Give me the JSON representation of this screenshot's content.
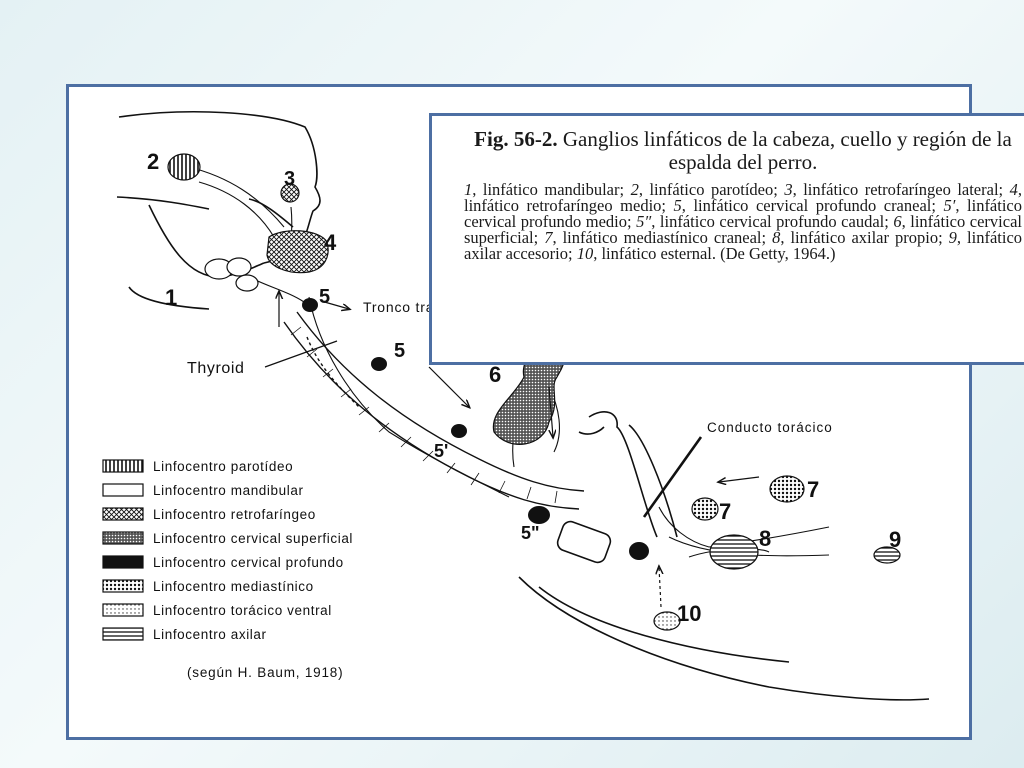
{
  "caption": {
    "fig_number": "Fig. 56-2.",
    "title": "Ganglios linfáticos de la cabeza, cuello y región de la espalda del perro.",
    "items": [
      {
        "n": "1",
        "text": "linfático mandibular;"
      },
      {
        "n": "2",
        "text": "linfático parotídeo;"
      },
      {
        "n": "3",
        "text": "linfático retrofaríngeo lateral;"
      },
      {
        "n": "4",
        "text": "linfático retrofaríngeo medio;"
      },
      {
        "n": "5",
        "text": "linfático cervical profundo craneal;"
      },
      {
        "n": "5′",
        "text": "linfático cervical profundo medio;"
      },
      {
        "n": "5″",
        "text": "linfático cervical profundo caudal;"
      },
      {
        "n": "6",
        "text": "linfático cervical superficial;"
      },
      {
        "n": "7",
        "text": "linfático mediastínico craneal;"
      },
      {
        "n": "8",
        "text": "linfático axilar propio;"
      },
      {
        "n": "9",
        "text": "linfático axilar accesorio;"
      },
      {
        "n": "10",
        "text": "linfático esternal."
      }
    ],
    "source": "(De Getty, 1964.)"
  },
  "labels": {
    "tronco_traqueal": "Tronco traqueal",
    "thyroid": "Thyroid",
    "conducto_toracico": "Conducto torácico",
    "attribution": "(según H. Baum, 1918)"
  },
  "node_numbers": {
    "n1": "1",
    "n2": "2",
    "n3": "3",
    "n4": "4",
    "n5a": "5",
    "n5b": "5",
    "n5p": "5'",
    "n5pp": "5\"",
    "n6": "6",
    "n7a": "7",
    "n7b": "7",
    "n8": "8",
    "n9": "9",
    "n10": "10"
  },
  "legend": [
    {
      "label": "Linfocentro parotídeo",
      "pattern": "vertical-hatch"
    },
    {
      "label": "Linfocentro mandibular",
      "pattern": "blank"
    },
    {
      "label": "Linfocentro retrofaríngeo",
      "pattern": "crosshatch"
    },
    {
      "label": "Linfocentro cervical superficial",
      "pattern": "dense-stipple"
    },
    {
      "label": "Linfocentro cervical profundo",
      "pattern": "solid"
    },
    {
      "label": "Linfocentro mediastínico",
      "pattern": "dots"
    },
    {
      "label": "Linfocentro torácico ventral",
      "pattern": "fine-dots"
    },
    {
      "label": "Linfocentro axilar",
      "pattern": "horizontal-hatch"
    }
  ],
  "colors": {
    "frame_border": "#4d6fa3",
    "ink": "#111111"
  }
}
